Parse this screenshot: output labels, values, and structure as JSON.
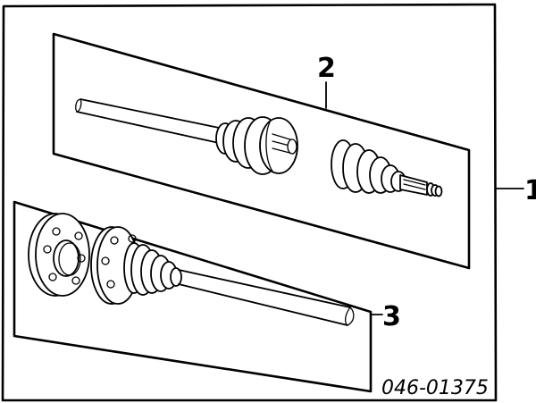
{
  "diagram": {
    "type": "exploded parts diagram",
    "subject": "drive axle / CV shaft assembly",
    "part_number": "046-01375",
    "callouts": [
      {
        "id": "1",
        "label": "1",
        "refers_to": "complete axle assembly (outer bracket)"
      },
      {
        "id": "2",
        "label": "2",
        "refers_to": "upper panel: shaft with inner and outer CV joint boots"
      },
      {
        "id": "3",
        "label": "3",
        "refers_to": "lower panel: flange, CV joint and shaft"
      }
    ],
    "colors": {
      "line": "#000000",
      "background": "#ffffff"
    }
  }
}
